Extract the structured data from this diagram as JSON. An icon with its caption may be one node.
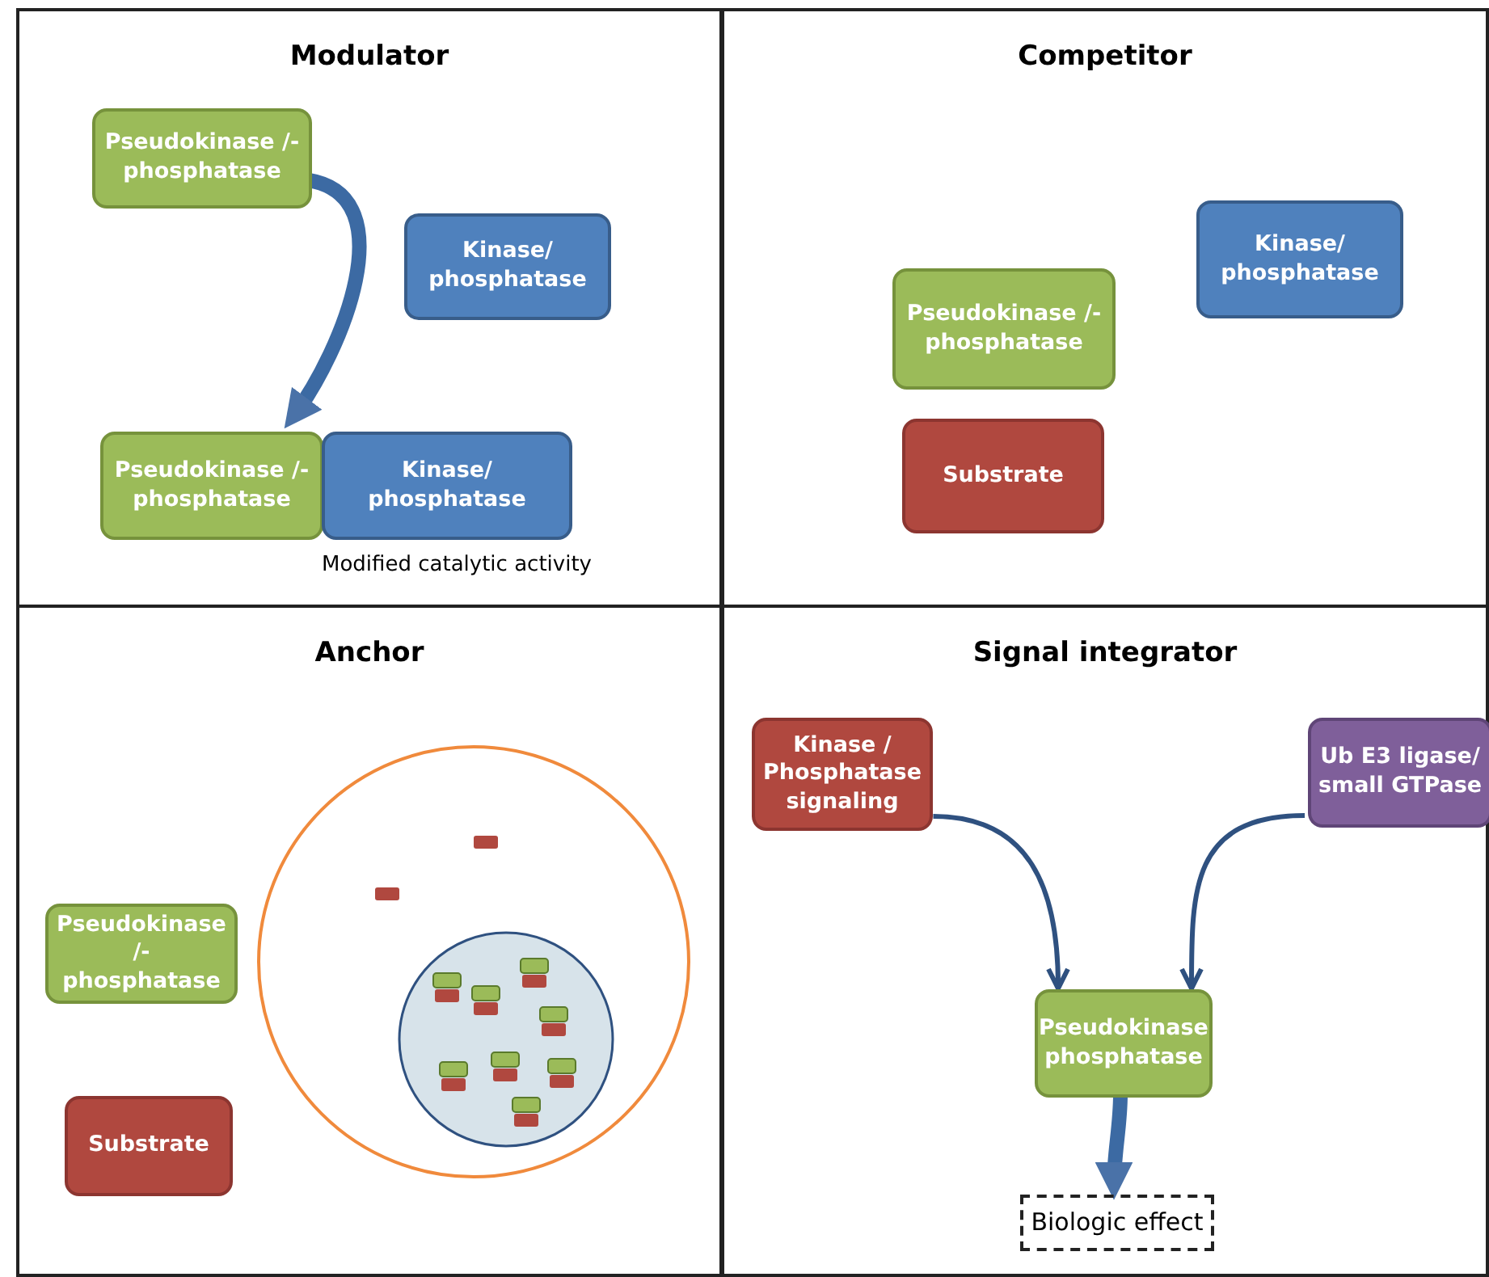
{
  "diagram": {
    "nodes": [
      {
        "text": [
          "Modulator"
        ]
      },
      {
        "text": [
          "Pseudokinase /-phosphatase"
        ],
        "in": 0
      },
      {
        "text": [
          "Kinase/ phosphatase"
        ],
        "in": 0
      },
      {
        "text": [
          "Pseudokinase /-phosphatase"
        ],
        "in": 0
      },
      {
        "text": [
          "Kinase/ phosphatase"
        ],
        "in": 0,
        "beside": [
          "Modified catalytic activity"
        ]
      },
      {
        "text": [
          "Competitor"
        ]
      },
      {
        "text": [
          "Pseudokinase /-phosphatase"
        ],
        "in": 5
      },
      {
        "text": [
          "Kinase/ phosphatase"
        ],
        "in": 5
      },
      {
        "text": [
          "Substrate"
        ],
        "in": 5
      },
      {
        "text": [
          "Anchor"
        ]
      },
      {
        "text": [
          "Pseudokinase /-phosphatase"
        ],
        "in": 9
      },
      {
        "text": [
          "Substrate"
        ],
        "in": 9
      },
      {
        "text": [
          "Signal integrator"
        ]
      },
      {
        "text": [
          "Kinase / Phosphatase signaling"
        ],
        "in": 12
      },
      {
        "text": [
          "Ub E3 ligase/ small GTPase"
        ],
        "in": 12
      },
      {
        "text": [
          "Pseudokinase phosphatase"
        ],
        "in": 12
      },
      {
        "text": [
          "Biologic effect"
        ],
        "in": 12
      }
    ],
    "edges": [
      {
        "from": 1,
        "to": 3,
        "arrow": "to",
        "style": "thick"
      },
      {
        "from": 13,
        "to": 15,
        "arrow": "to"
      },
      {
        "from": 14,
        "to": 15,
        "arrow": "to"
      },
      {
        "from": 15,
        "to": 16,
        "arrow": "to",
        "style": "thick"
      }
    ]
  }
}
